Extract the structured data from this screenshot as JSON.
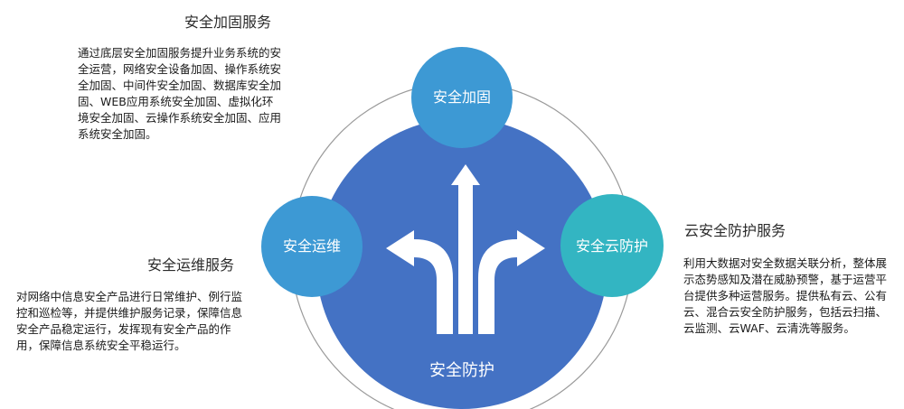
{
  "center": {
    "label": "安全防护",
    "color": "#4472c4"
  },
  "nodes": {
    "top": {
      "label": "安全加固",
      "color": "#3d99d4"
    },
    "left": {
      "label": "安全运维",
      "color": "#3d99d4"
    },
    "right": {
      "label": "安全云防护",
      "color": "#33b5c2"
    }
  },
  "sections": {
    "hardening": {
      "title": "安全加固服务",
      "text": "通过底层安全加固服务提升业务系统的安全运营，网络安全设备加固、操作系统安全加固、中间件安全加固、数据库安全加固、WEB应用系统安全加固、虚拟化环境安全加固、云操作系统安全加固、应用系统安全加固。"
    },
    "operations": {
      "title": "安全运维服务",
      "text": "对网络中信息安全产品进行日常维护、例行监控和巡检等，并提供维护服务记录，保障信息安全产品稳定运行，发挥现有安全产品的作用，保障信息系统安全平稳运行。"
    },
    "cloud": {
      "title": "云安全防护服务",
      "text": "利用大数据对安全数据关联分析，整体展示态势感知及潜在威胁预警，基于运营平台提供多种运营服务。提供私有云、公有云、混合云安全防护服务，包括云扫描、云监测、云WAF、云清洗等服务。"
    }
  }
}
